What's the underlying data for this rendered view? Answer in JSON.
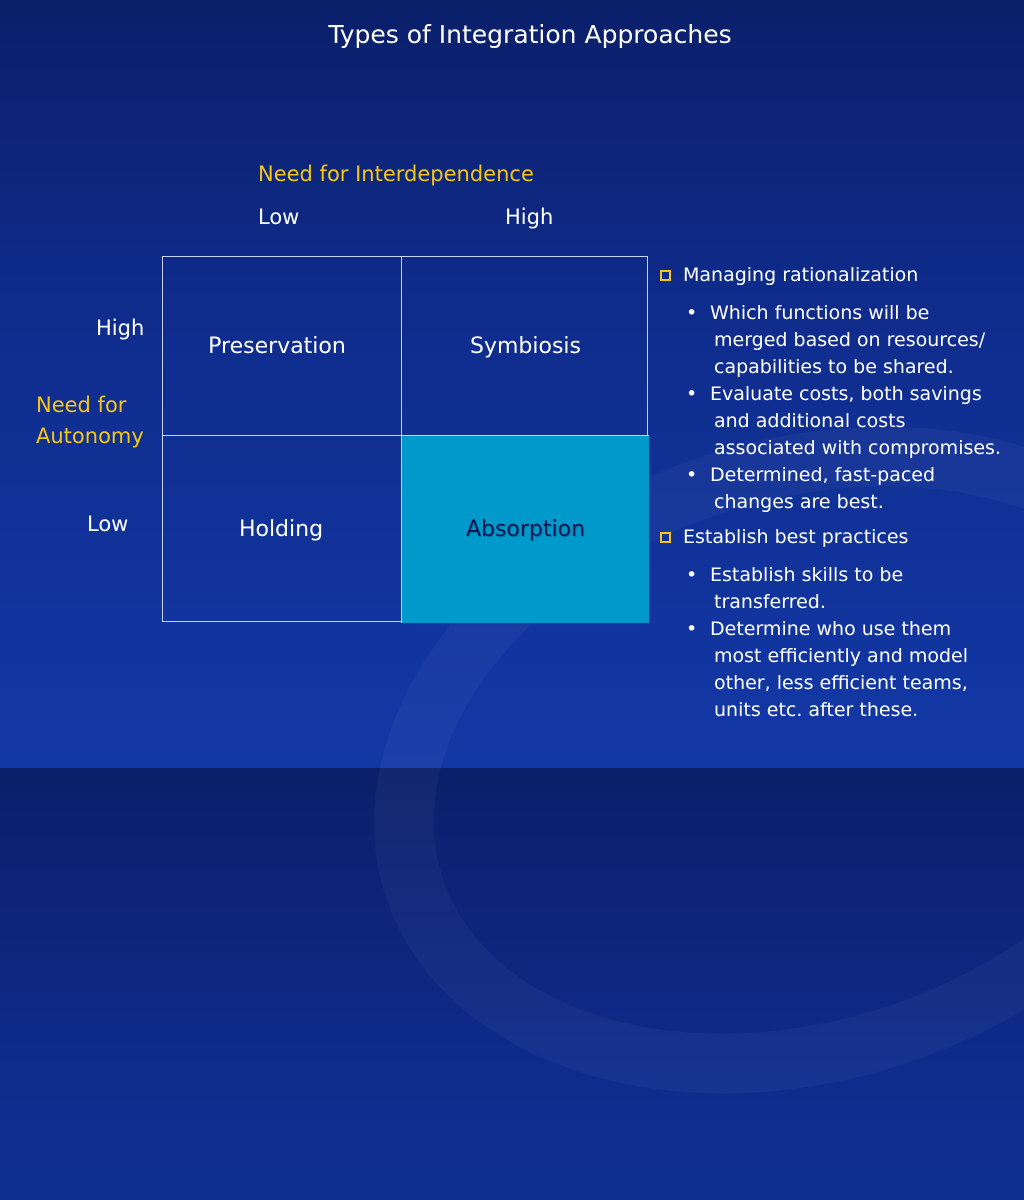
{
  "slide": {
    "title": "Types of Integration Approaches",
    "x_axis": {
      "title": "Need for Interdependence",
      "low": "Low",
      "high": "High"
    },
    "y_axis": {
      "title_line1": "Need for",
      "title_line2": "Autonomy",
      "high": "High",
      "low": "Low"
    },
    "matrix": {
      "top_left": "Preservation",
      "top_right": "Symbiosis",
      "bottom_left": "Holding",
      "bottom_right": "Absorption",
      "highlight_color": "#0099cc"
    },
    "sections": [
      {
        "heading": "Managing rationalization",
        "bullets": [
          {
            "lines": [
              "Which functions will be",
              "merged based on resources/",
              "capabilities to be shared."
            ]
          },
          {
            "lines": [
              "Evaluate costs, both savings",
              "and additional costs",
              "associated with compromises."
            ]
          },
          {
            "lines": [
              "Determined, fast-paced",
              "changes are best."
            ]
          }
        ]
      },
      {
        "heading": "Establish best practices",
        "bullets": [
          {
            "lines": [
              "Establish skills to be",
              "transferred."
            ]
          },
          {
            "lines": [
              "Determine who use them",
              "most efficiently and model",
              "other, less efficient teams,",
              "units etc. after these."
            ]
          }
        ]
      }
    ],
    "colors": {
      "accent_yellow": "#f5c518",
      "background": "#0f2c8c"
    }
  }
}
